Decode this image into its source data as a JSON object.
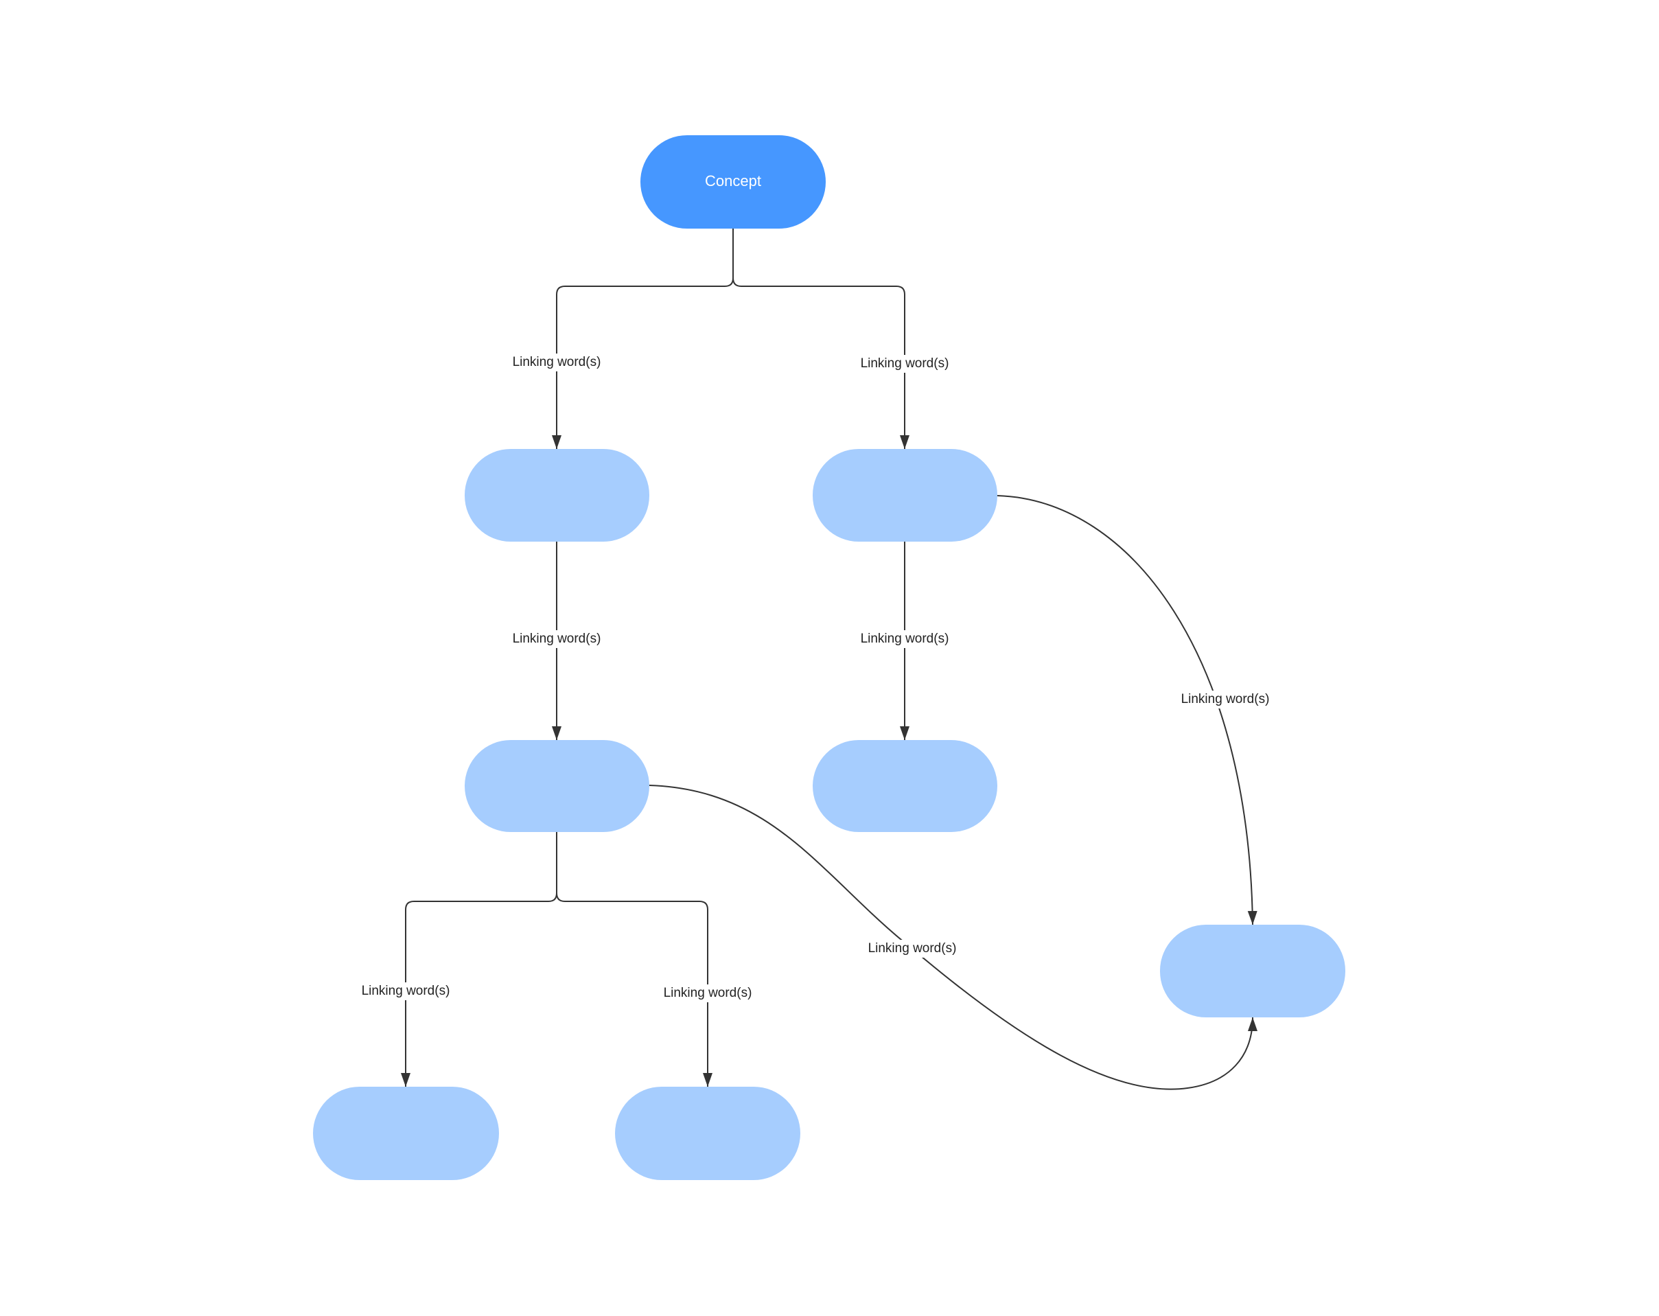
{
  "colors": {
    "root_fill": "#4697FF",
    "node_fill": "#A6CDFE",
    "root_text": "#FFFFFF",
    "line": "#333333",
    "label_text": "#222222",
    "background": "#FFFFFF"
  },
  "nodes": [
    {
      "id": "concept",
      "label": "Concept",
      "role": "root"
    },
    {
      "id": "n1",
      "label": "",
      "role": "child"
    },
    {
      "id": "n2",
      "label": "",
      "role": "child"
    },
    {
      "id": "n3",
      "label": "",
      "role": "child"
    },
    {
      "id": "n4",
      "label": "",
      "role": "child"
    },
    {
      "id": "n5",
      "label": "",
      "role": "child"
    },
    {
      "id": "n6",
      "label": "",
      "role": "child"
    },
    {
      "id": "n7",
      "label": "",
      "role": "child"
    }
  ],
  "edges": [
    {
      "from": "concept",
      "to": "n1",
      "label": "Linking word(s)"
    },
    {
      "from": "concept",
      "to": "n2",
      "label": "Linking word(s)"
    },
    {
      "from": "n1",
      "to": "n3",
      "label": "Linking word(s)"
    },
    {
      "from": "n2",
      "to": "n4",
      "label": "Linking word(s)"
    },
    {
      "from": "n2",
      "to": "n5",
      "label": "Linking word(s)"
    },
    {
      "from": "n3",
      "to": "n6",
      "label": "Linking word(s)"
    },
    {
      "from": "n3",
      "to": "n7",
      "label": "Linking word(s)"
    },
    {
      "from": "n3",
      "to": "n5",
      "label": "Linking word(s)"
    }
  ]
}
